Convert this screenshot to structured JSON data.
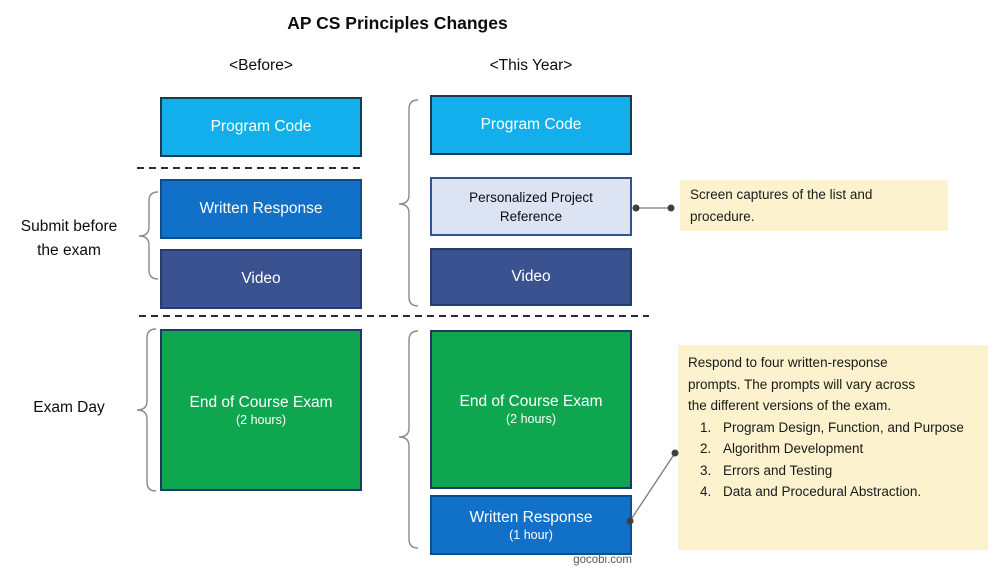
{
  "title": "AP CS Principles Changes",
  "columns": {
    "before": {
      "header": "<Before>"
    },
    "this_year": {
      "header": "<This Year>"
    }
  },
  "row_labels": {
    "submit": "Submit before the exam",
    "exam_day": "Exam Day"
  },
  "boxes": {
    "before": {
      "program_code": "Program Code",
      "written_response": "Written Response",
      "video": "Video",
      "end_of_course_exam": {
        "label": "End of Course Exam",
        "duration": "(2 hours)"
      }
    },
    "this_year": {
      "program_code": "Program Code",
      "personalized_project_reference": "Personalized Project Reference",
      "video": "Video",
      "end_of_course_exam": {
        "label": "End of Course Exam",
        "duration": "(2 hours)"
      },
      "written_response": {
        "label": "Written Response",
        "duration": "(1 hour)"
      }
    }
  },
  "annotations": {
    "reference_note": "Screen captures of the list and procedure.",
    "written_response_note": {
      "intro_lines": [
        "Respond to four written-response",
        "prompts. The prompts will vary across",
        "the different versions of the exam."
      ],
      "items": [
        "Program Design, Function, and Purpose",
        "Algorithm Development",
        "Errors and Testing",
        "Data and Procedural Abstraction."
      ]
    }
  },
  "watermark": "gocobi.com",
  "colors": {
    "program_code_fill": "#12AFEC",
    "written_response_fill": "#1170C8",
    "video_fill": "#3A5390",
    "project_reference_fill": "#DCE4F4",
    "exam_fill": "#0EA750",
    "note_fill": "#FCF2CE",
    "border_dark_navy": "#1F3864"
  }
}
